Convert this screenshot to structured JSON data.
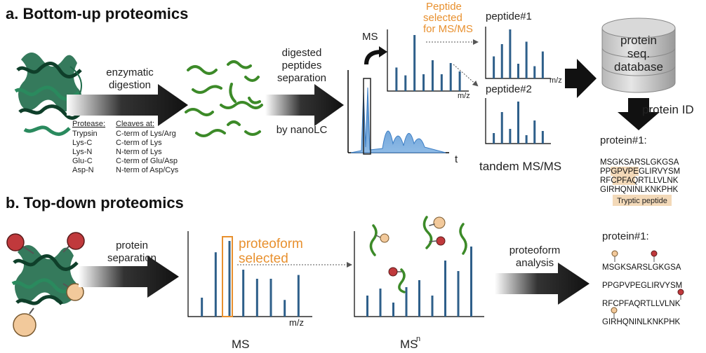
{
  "section_a": {
    "title": "a. Bottom-up proteomics",
    "step1": [
      "enzymatic",
      "digestion"
    ],
    "protease_header": "Protease:",
    "cleaves_header": "Cleaves at:",
    "proteases": [
      {
        "name": "Trypsin",
        "site": "C-term of Lys/Arg"
      },
      {
        "name": "Lys-C",
        "site": "C-term of Lys"
      },
      {
        "name": "Lys-N",
        "site": "N-term of Lys"
      },
      {
        "name": "Glu-C",
        "site": "C-term of Glu/Asp"
      },
      {
        "name": "Asp-N",
        "site": "N-term of Asp/Cys"
      }
    ],
    "step2": [
      "digested",
      "peptides",
      "separation"
    ],
    "step2_sub": "by nanoLC",
    "ms_label": "MS",
    "peptide_selected": [
      "Peptide",
      "selected",
      "for MS/MS"
    ],
    "mz": "m/z",
    "t": "t",
    "peptide1": "peptide#1",
    "peptide2": "peptide#2",
    "tandem": "tandem MS/MS",
    "database": [
      "protein",
      "seq.",
      "database"
    ],
    "protein_id": "protein ID",
    "protein_label": "protein#1:",
    "sequence": [
      "MSGKSARSLGKGSA",
      "PPGPVPEGLIRVYSM",
      "RFCPFAQRTLLVLNK",
      "GIRHQNINLKNKPHK"
    ],
    "tryptic": "Tryptic peptide"
  },
  "section_b": {
    "title": "b. Top-down proteomics",
    "step1": [
      "protein",
      "separation"
    ],
    "proteoform_selected": [
      "proteoform",
      "selected"
    ],
    "mz": "m/z",
    "ms_label": "MS",
    "msn_label": "MS",
    "msn_sup": "n",
    "step2": [
      "proteoform",
      "analysis"
    ],
    "protein_label": "protein#1:",
    "sequence": [
      "MSGKSARSLGKGSA",
      "PPGPVPEGLIRVYSM",
      "RFCPFAQRTLLVLNK",
      "GIRHQNINLKNKPHK"
    ]
  },
  "colors": {
    "protein_green": "#1f6b4a",
    "peptide_green": "#3c8a28",
    "peak_blue": "#2e5f8a",
    "chrom_blue": "#3b7dc4",
    "orange": "#e8902e",
    "highlight": "#f3d9b8",
    "ptm_red": "#c0393c",
    "ptm_tan": "#f2c99b"
  },
  "spectra": {
    "ms_top": [
      0.42,
      0.28,
      1.0,
      0.3,
      0.55,
      0.3,
      0.5,
      0.35
    ],
    "peptide1": [
      0.45,
      0.7,
      1.0,
      0.3,
      0.75,
      0.25,
      0.55
    ],
    "peptide2": [
      0.25,
      0.75,
      0.35,
      1.0,
      0.2,
      0.55,
      0.3
    ],
    "td_ms": [
      0.25,
      0.85,
      1.0,
      0.62,
      0.5,
      0.5,
      0.22,
      0.55
    ],
    "td_msn": [
      0.3,
      0.4,
      0.2,
      0.42,
      0.52,
      0.3,
      0.8,
      0.65,
      1.0
    ]
  }
}
